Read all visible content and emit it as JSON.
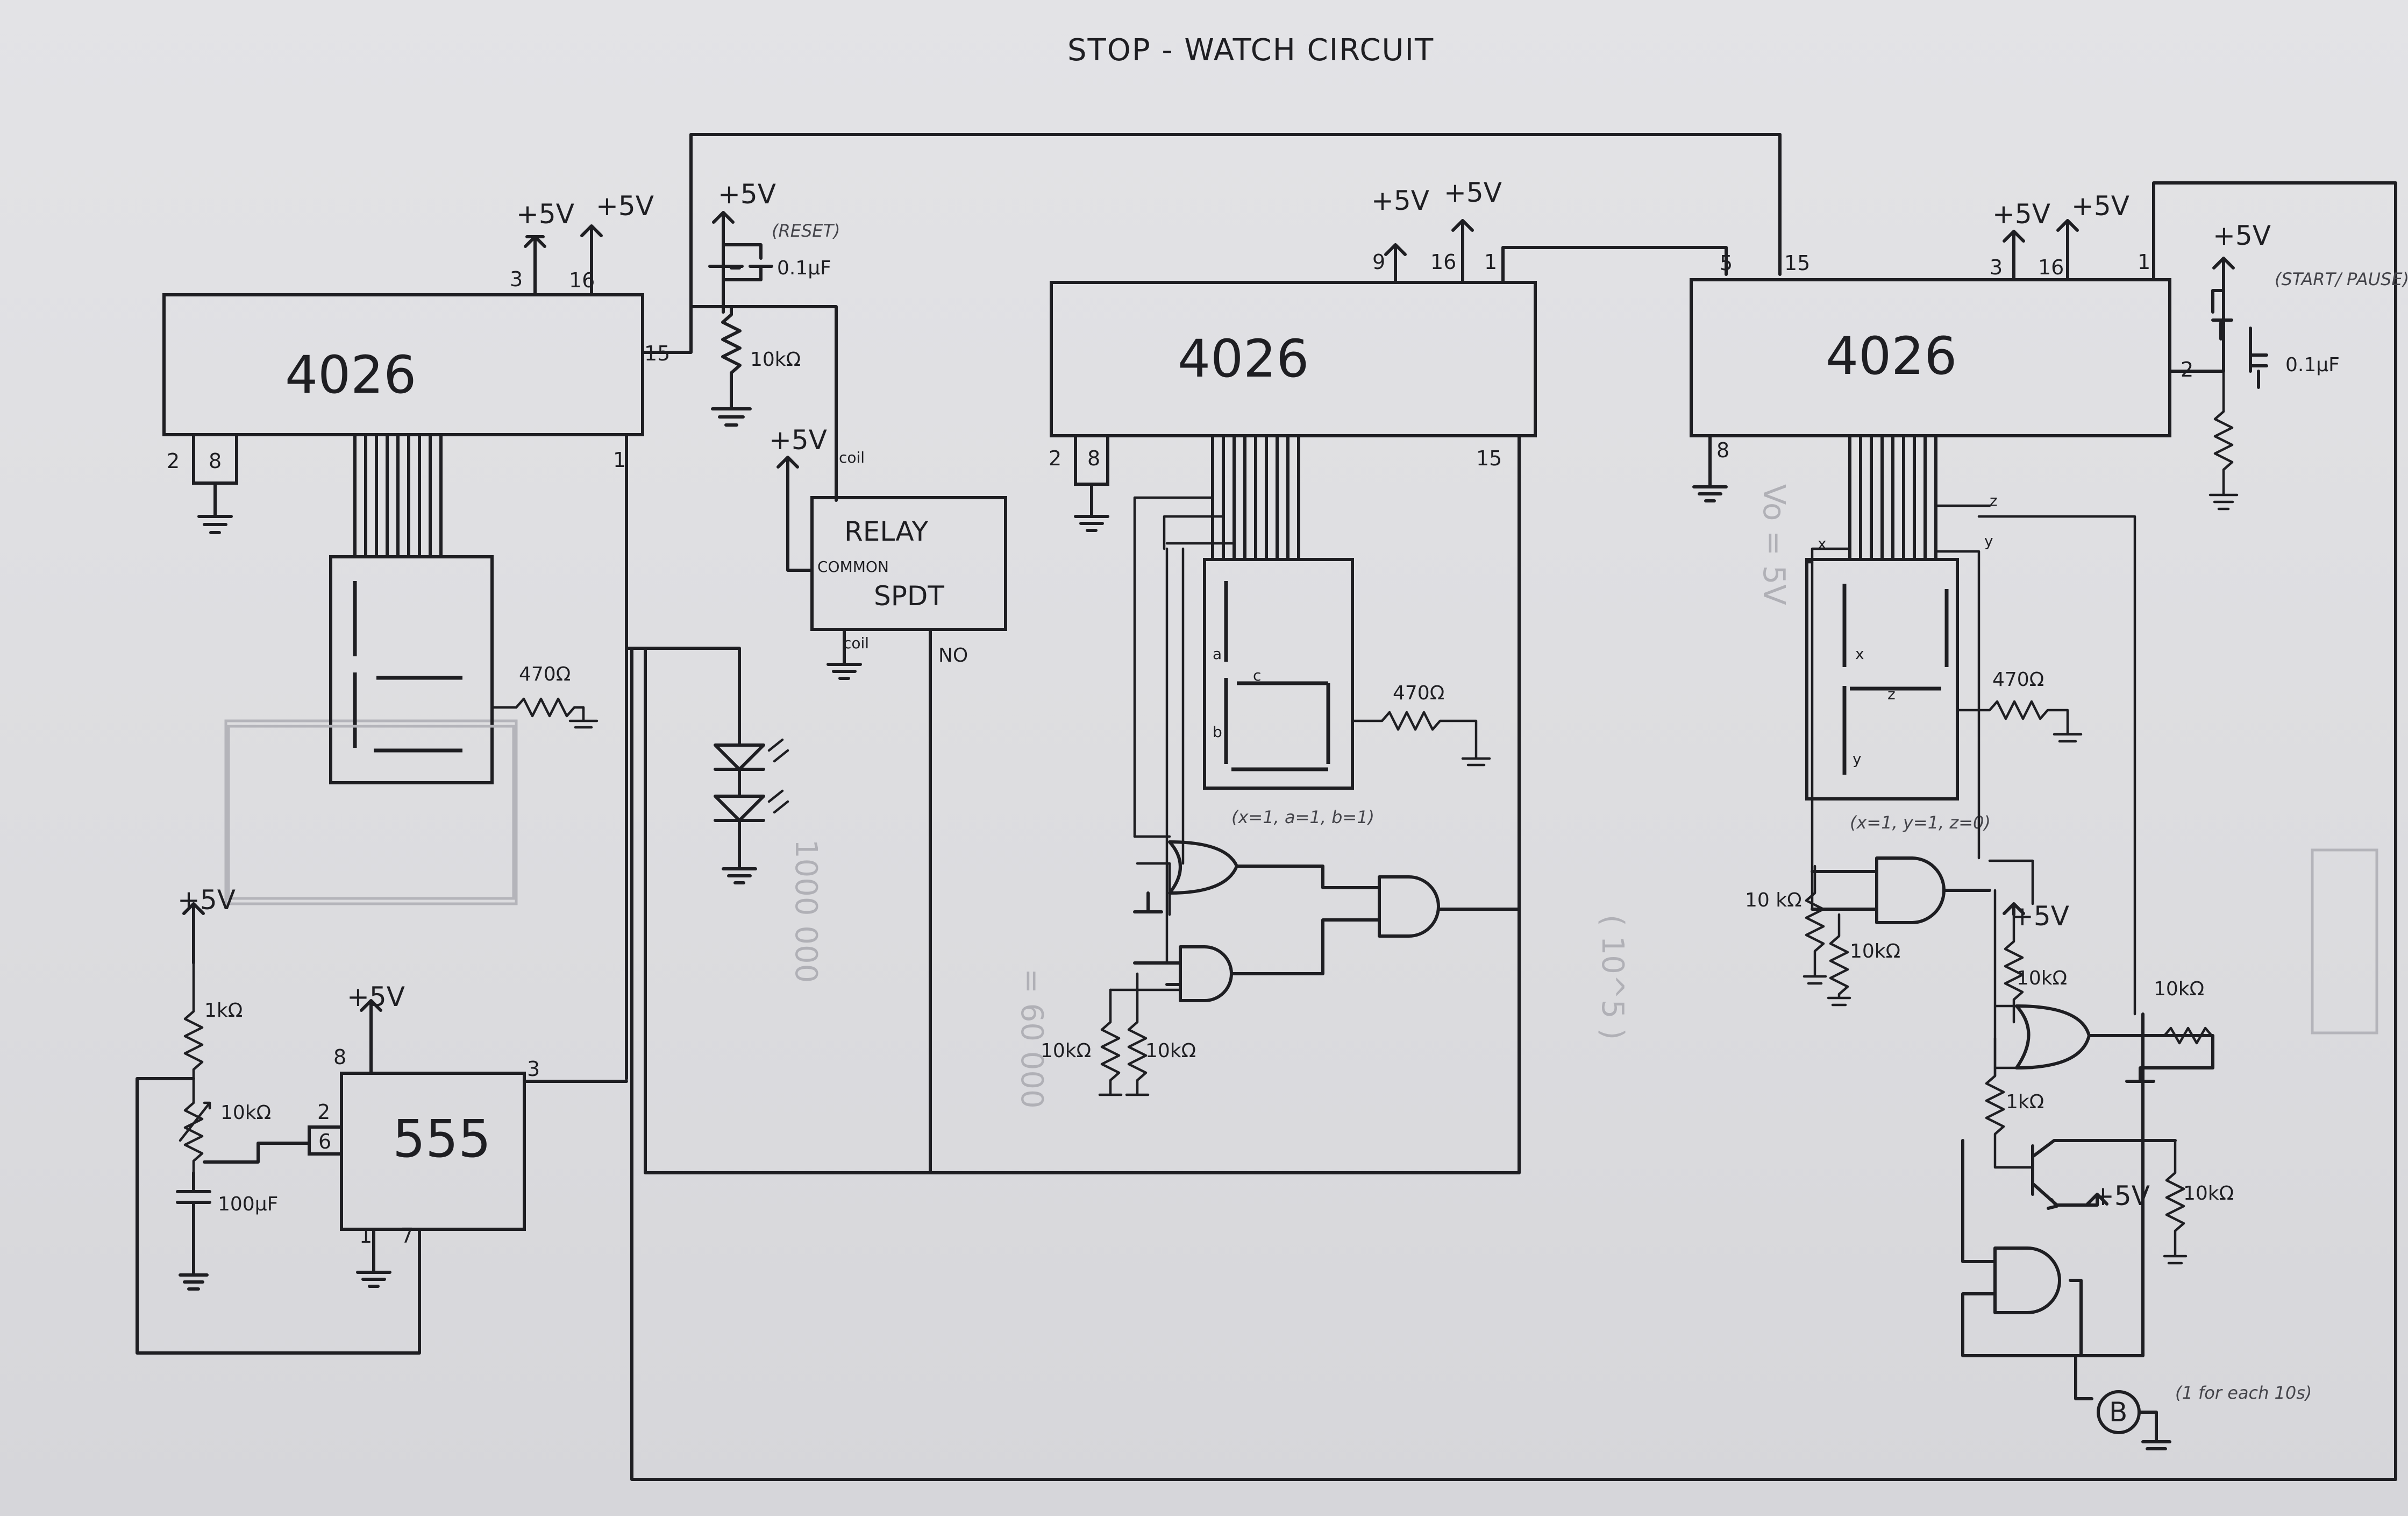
{
  "title": "STOP - WATCH CIRCUIT",
  "ics": {
    "counter1": {
      "label": "4026",
      "pins": {
        "clk": "1",
        "disable": "2",
        "gnd": "8",
        "en": "3",
        "vdd": "16",
        "carry": "15"
      }
    },
    "counter2": {
      "label": "4026",
      "pins": {
        "en": "9",
        "vdd": "16",
        "clk": "1",
        "disable": "2",
        "gnd": "8",
        "reset": "15"
      }
    },
    "counter3": {
      "label": "4026",
      "pins": {
        "reset": "5",
        "carry": "15",
        "en": "3",
        "vdd": "16",
        "clk": "1",
        "disable": "2",
        "gnd": "8"
      }
    },
    "timer": {
      "label": "555",
      "pins": {
        "vcc": "8",
        "trig": "2",
        "thr": "6",
        "out": "3",
        "gnd": "1",
        "dis": "7"
      }
    },
    "relay": {
      "label": "RELAY",
      "type": "SPDT",
      "coil_top": "coil",
      "coil_bottom": "coil",
      "common": "COMMON",
      "no": "NO"
    }
  },
  "supply": {
    "vplus": "+5V"
  },
  "components": {
    "r_reset": "10kΩ",
    "c_reset": "0.1µF",
    "reset_label": "(RESET)",
    "r_display1": "470Ω",
    "r_display2": "470Ω",
    "r_display3": "470Ω",
    "r_555_top": "1kΩ",
    "r_555_pot": "10kΩ",
    "c_555": "100µF",
    "r_and_a": "10kΩ",
    "r_and_b": "10kΩ",
    "r_x": "10 kΩ",
    "r_and2": "10kΩ",
    "r_or_top": "10kΩ",
    "r_or_right": "10kΩ",
    "r_base": "1kΩ",
    "r_emitter": "10kΩ",
    "c_start": "0.1µF",
    "start_label": "(START/ PAUSE)",
    "buzzer": "B",
    "buzzer_note": "(1 for each 10s)",
    "cond2": "(x=1, a=1, b=1)",
    "cond3": "(x=1, y=1, z=0)",
    "seg_x": "x",
    "seg_y": "y",
    "seg_z": "z",
    "seg_a": "a",
    "seg_b": "b",
    "seg_c": "c"
  }
}
